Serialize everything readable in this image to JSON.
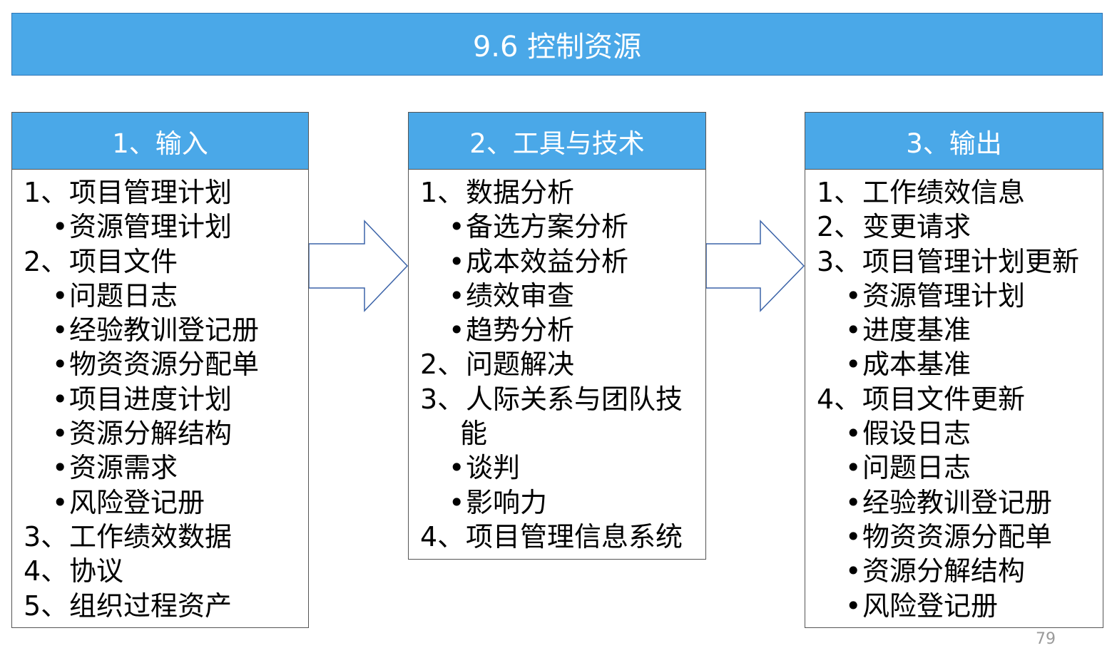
{
  "title": "9.6  控制资源",
  "colors": {
    "header_fill": "#4aa8e8",
    "box_border": "#555555",
    "arrow_stroke": "#3b63a8"
  },
  "columns": [
    {
      "header": "1、输入",
      "items": [
        {
          "type": "num",
          "num": "1、",
          "text": "项目管理计划"
        },
        {
          "type": "bullet",
          "text": "资源管理计划"
        },
        {
          "type": "num",
          "num": "2、",
          "text": "项目文件"
        },
        {
          "type": "bullet",
          "text": "问题日志"
        },
        {
          "type": "bullet",
          "text": "经验教训登记册"
        },
        {
          "type": "bullet",
          "text": "物资资源分配单"
        },
        {
          "type": "bullet",
          "text": "项目进度计划"
        },
        {
          "type": "bullet",
          "text": "资源分解结构"
        },
        {
          "type": "bullet",
          "text": "资源需求"
        },
        {
          "type": "bullet",
          "text": "风险登记册"
        },
        {
          "type": "num",
          "num": "3、",
          "text": "工作绩效数据"
        },
        {
          "type": "num",
          "num": "4、",
          "text": "协议"
        },
        {
          "type": "num",
          "num": "5、",
          "text": "组织过程资产"
        }
      ]
    },
    {
      "header": "2、工具与技术",
      "items": [
        {
          "type": "num",
          "num": "1、",
          "text": "数据分析"
        },
        {
          "type": "bullet",
          "text": "备选方案分析"
        },
        {
          "type": "bullet",
          "text": "成本效益分析"
        },
        {
          "type": "bullet",
          "text": "绩效审查"
        },
        {
          "type": "bullet",
          "text": "趋势分析"
        },
        {
          "type": "num",
          "num": "2、",
          "text": "问题解决"
        },
        {
          "type": "num",
          "num": "3、",
          "text": "人际关系与团队技"
        },
        {
          "type": "cont",
          "text": "能"
        },
        {
          "type": "bullet",
          "text": "谈判"
        },
        {
          "type": "bullet",
          "text": "影响力"
        },
        {
          "type": "num",
          "num": "4、",
          "text": "项目管理信息系统"
        }
      ]
    },
    {
      "header": "3、输出",
      "items": [
        {
          "type": "num",
          "num": "1、",
          "text": "工作绩效信息"
        },
        {
          "type": "num",
          "num": "2、",
          "text": "变更请求"
        },
        {
          "type": "num",
          "num": "3、",
          "text": "项目管理计划更新"
        },
        {
          "type": "bullet",
          "text": "资源管理计划"
        },
        {
          "type": "bullet",
          "text": "进度基准"
        },
        {
          "type": "bullet",
          "text": "成本基准"
        },
        {
          "type": "num",
          "num": "4、",
          "text": "项目文件更新"
        },
        {
          "type": "bullet",
          "text": "假设日志"
        },
        {
          "type": "bullet",
          "text": "问题日志"
        },
        {
          "type": "bullet",
          "text": "经验教训登记册"
        },
        {
          "type": "bullet",
          "text": "物资资源分配单"
        },
        {
          "type": "bullet",
          "text": "资源分解结构"
        },
        {
          "type": "bullet",
          "text": "风险登记册"
        }
      ]
    }
  ],
  "page_number": "79"
}
